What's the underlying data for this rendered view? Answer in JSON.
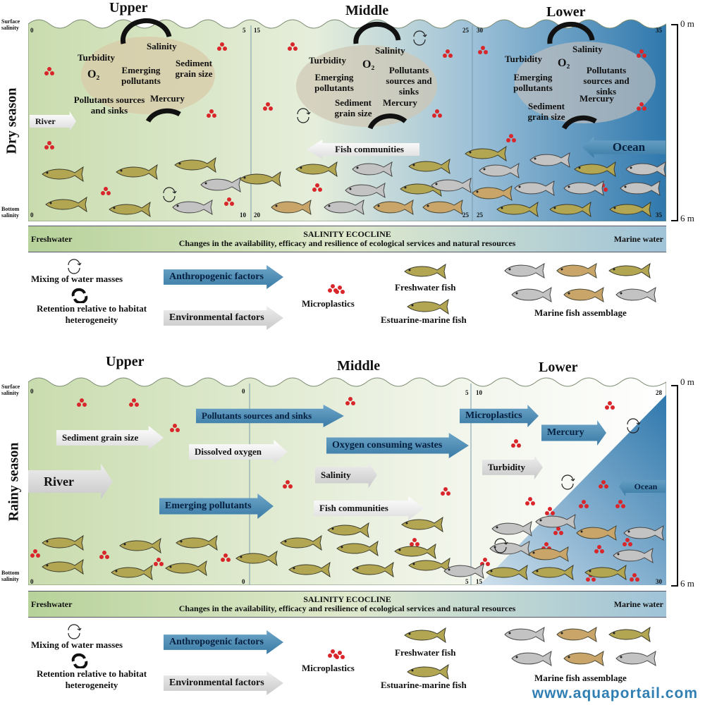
{
  "colors": {
    "freshwater": "#b7d29a",
    "marine": "#3f86b8",
    "anthropogenic": "#4a8cb8",
    "environmental": "#e6e6e6",
    "microplastic": "#d8262b"
  },
  "dry": {
    "season": "Dry season",
    "zones": [
      "Upper",
      "Middle",
      "Lower"
    ],
    "surface_label": "Surface salinity",
    "bottom_label": "Bottom salinity",
    "numbers": {
      "ul_top": "0",
      "ur_top": "5",
      "ml_top": "15",
      "mr_top": "25",
      "ll_top": "30",
      "lr_top": "35",
      "ul_bot": "0",
      "ur_bot": "10",
      "ml_bot": "20",
      "mr_bot": "25",
      "ll_bot": "25",
      "lr_bot": "35"
    },
    "upper": {
      "salinity": "Salinity",
      "turbidity": "Turbidity",
      "o2": "O₂",
      "emerging": "Emerging pollutants",
      "sediment": "Sediment grain size",
      "pollutants": "Pollutants sources and sinks",
      "mercury": "Mercury"
    },
    "middle": {
      "salinity": "Salinity",
      "turbidity": "Turbidity",
      "o2": "O₂",
      "emerging": "Emerging pollutants",
      "pollutants": "Pollutants sources and sinks",
      "sediment": "Sediment grain size",
      "mercury": "Mercury"
    },
    "lower": {
      "salinity": "Salinity",
      "turbidity": "Turbidity",
      "o2": "O₂",
      "emerging": "Emerging pollutants",
      "pollutants": "Pollutants sources and sinks",
      "sediment": "Sediment grain size",
      "mercury": "Mercury"
    },
    "river": "River",
    "fish_communities": "Fish communities",
    "ocean": "Ocean",
    "depth_top": "0 m",
    "depth_bottom": "6 m"
  },
  "ecocline": {
    "left": "Freshwater",
    "title": "SALINITY ECOCLINE",
    "subtitle": "Changes in the availability, efficacy and resilience of ecological services and natural resources",
    "right": "Marine water"
  },
  "legend": {
    "mixing": "Mixing of water masses",
    "retention": "Retention relative to habitat heterogeneity",
    "anthropogenic": "Anthropogenic factors",
    "environmental": "Environmental factors",
    "microplastics": "Microplastics",
    "freshwater_fish": "Freshwater fish",
    "estuarine_fish": "Estuarine-marine fish",
    "marine_fish": "Marine fish assemblage"
  },
  "rainy": {
    "season": "Rainy season",
    "zones": [
      "Upper",
      "Middle",
      "Lower"
    ],
    "surface_label": "Surface salinity",
    "bottom_label": "Bottom salinity",
    "numbers": {
      "ul_top": "0",
      "ur_top": "0",
      "mr_top": "5",
      "ll_top": "10",
      "lr_top": "28",
      "ul_bot": "0",
      "ur_bot": "0",
      "mr_bot": "5",
      "ll_bot": "15",
      "lr_bot": "30"
    },
    "arrows": {
      "pollutants": "Pollutants sources and sinks",
      "sediment": "Sediment grain size",
      "dissolved_oxygen": "Dissolved oxygen",
      "oxygen_wastes": "Oxygen consuming wastes",
      "microplastics": "Microplastics",
      "mercury": "Mercury",
      "turbidity": "Turbidity",
      "salinity": "Salinity",
      "emerging": "Emerging pollutants",
      "fish_communities": "Fish communities",
      "river": "River",
      "ocean": "Ocean"
    },
    "depth_top": "0 m",
    "depth_bottom": "6 m"
  },
  "watermark": "www.aquaportail.com"
}
